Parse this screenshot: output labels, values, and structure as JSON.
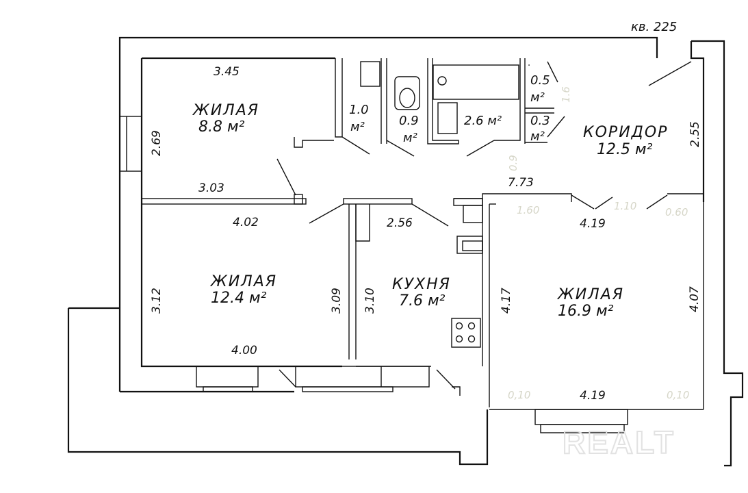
{
  "apartment": {
    "label": "кв. 225"
  },
  "rooms": {
    "living1": {
      "name": "ЖИЛАЯ",
      "area": "8.8 м²"
    },
    "living2": {
      "name": "ЖИЛАЯ",
      "area": "12.4 м²"
    },
    "living3": {
      "name": "ЖИЛАЯ",
      "area": "16.9 м²"
    },
    "kitchen": {
      "name": "КУХНЯ",
      "area": "7.6 м²"
    },
    "corridor": {
      "name": "КОРИДОР",
      "area": "12.5 м²"
    },
    "closet1": {
      "value": "1.0",
      "unit": "м²"
    },
    "wc": {
      "value": "0.9",
      "unit": "м²"
    },
    "bath": {
      "area": "2.6 м²"
    },
    "closet2": {
      "value": "0.5",
      "unit": "м²"
    },
    "closet3": {
      "value": "0.3",
      "unit": "м²"
    }
  },
  "dimensions": {
    "d_345": "3.45",
    "d_269": "2.69",
    "d_303": "3.03",
    "d_402": "4.02",
    "d_256": "2.56",
    "d_773": "7.73",
    "d_255": "2.55",
    "d_419_top": "4.19",
    "d_312": "3.12",
    "d_309": "3.09",
    "d_310": "3.10",
    "d_417": "4.17",
    "d_407": "4.07",
    "d_400": "4.00",
    "d_419_bottom": "4.19"
  },
  "faint_marks": {
    "m1": "1.6",
    "m2": "0.9",
    "m3": "1.60",
    "m4": "1.10",
    "m5": "0.60",
    "m6": "0,10",
    "m7": "0,10"
  },
  "watermark": "REALT"
}
